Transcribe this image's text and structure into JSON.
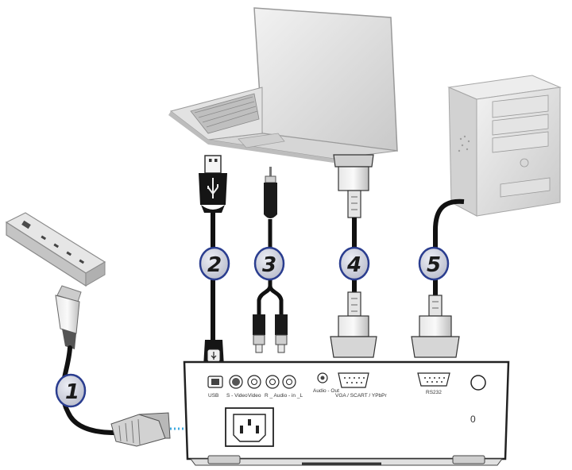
{
  "callouts": [
    {
      "id": "1",
      "label": "1"
    },
    {
      "id": "2",
      "label": "2"
    },
    {
      "id": "3",
      "label": "3"
    },
    {
      "id": "4",
      "label": "4"
    },
    {
      "id": "5",
      "label": "5"
    }
  ],
  "ports": {
    "usb": "USB",
    "svideo": "S - Video",
    "video": "Video",
    "audio_in": "R _ Audio - in _L",
    "audio_out": "Audio - Out",
    "vga": "VGA / SCART / YPbPr",
    "rs232": "RS232",
    "power": "0"
  },
  "colors": {
    "callout_fill": "#c9cbd6",
    "callout_border": "#2a3d8f",
    "cable": "#111111",
    "power_link": "#3fa9df"
  }
}
